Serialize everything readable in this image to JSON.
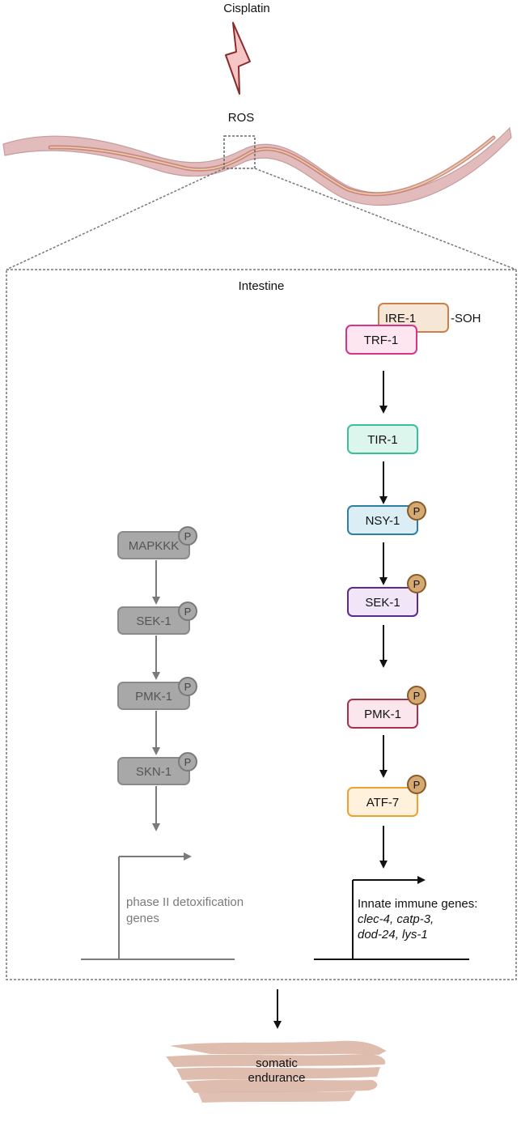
{
  "top": {
    "stressor": "Cisplatin",
    "ros": "ROS"
  },
  "panel": {
    "title": "Intestine"
  },
  "gray_pathway": {
    "nodes": [
      "MAPKKK",
      "SEK-1",
      "PMK-1",
      "SKN-1"
    ],
    "phospho_label": "P",
    "target_line1": "phase II detoxification",
    "target_line2": "genes",
    "color": "#9e9e9e"
  },
  "immune_pathway": {
    "ire1": "IRE-1",
    "soh": "-SOH",
    "trf1": "TRF-1",
    "tir1": "TIR-1",
    "nsy1": "NSY-1",
    "sek1": "SEK-1",
    "pmk1": "PMK-1",
    "atf7": "ATF-7",
    "phospho_label": "P",
    "target_line1": "Innate immune genes:",
    "target_line2": "clec-4, catp-3,",
    "target_line3": "dod-24, lys-1"
  },
  "outcome": {
    "line1": "somatic",
    "line2": "endurance"
  }
}
